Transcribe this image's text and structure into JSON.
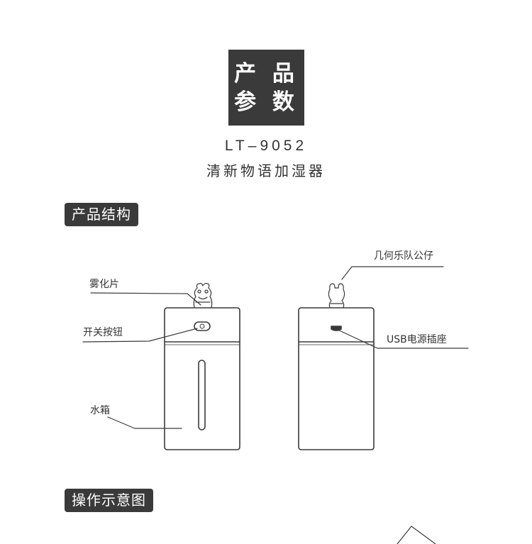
{
  "header": {
    "title_line1": "产 品",
    "title_line2": "参 数",
    "model": "LT–9052",
    "product_name": "清新物语加湿器"
  },
  "sections": {
    "structure": "产品结构",
    "operation": "操作示意图"
  },
  "labels": {
    "atomizer": "雾化片",
    "power_button": "开关按钮",
    "water_tank": "水箱",
    "figurine": "几何乐队公仔",
    "usb_socket": "USB电源插座"
  }
}
